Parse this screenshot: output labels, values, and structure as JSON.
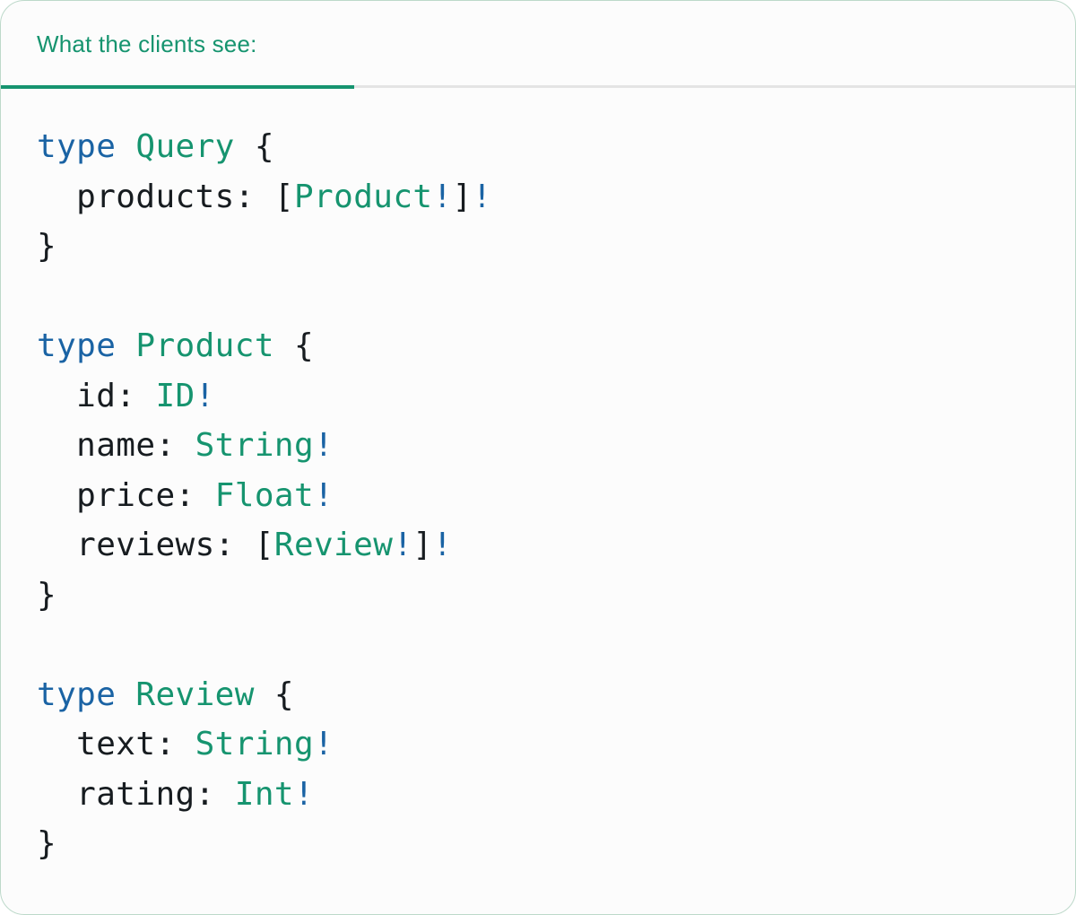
{
  "tab": {
    "label": "What the clients see:"
  },
  "code": {
    "language": "graphql",
    "lines": [
      [
        {
          "t": "type",
          "c": "keyword"
        },
        {
          "t": " ",
          "c": "plain"
        },
        {
          "t": "Query",
          "c": "type"
        },
        {
          "t": " {",
          "c": "plain"
        }
      ],
      [
        {
          "t": "  products: [",
          "c": "plain"
        },
        {
          "t": "Product",
          "c": "type"
        },
        {
          "t": "!",
          "c": "bang"
        },
        {
          "t": "]",
          "c": "plain"
        },
        {
          "t": "!",
          "c": "bang"
        }
      ],
      [
        {
          "t": "}",
          "c": "plain"
        }
      ],
      [],
      [
        {
          "t": "type",
          "c": "keyword"
        },
        {
          "t": " ",
          "c": "plain"
        },
        {
          "t": "Product",
          "c": "type"
        },
        {
          "t": " {",
          "c": "plain"
        }
      ],
      [
        {
          "t": "  id: ",
          "c": "plain"
        },
        {
          "t": "ID",
          "c": "type"
        },
        {
          "t": "!",
          "c": "bang"
        }
      ],
      [
        {
          "t": "  name: ",
          "c": "plain"
        },
        {
          "t": "String",
          "c": "type"
        },
        {
          "t": "!",
          "c": "bang"
        }
      ],
      [
        {
          "t": "  price: ",
          "c": "plain"
        },
        {
          "t": "Float",
          "c": "type"
        },
        {
          "t": "!",
          "c": "bang"
        }
      ],
      [
        {
          "t": "  reviews: [",
          "c": "plain"
        },
        {
          "t": "Review",
          "c": "type"
        },
        {
          "t": "!",
          "c": "bang"
        },
        {
          "t": "]",
          "c": "plain"
        },
        {
          "t": "!",
          "c": "bang"
        }
      ],
      [
        {
          "t": "}",
          "c": "plain"
        }
      ],
      [],
      [
        {
          "t": "type",
          "c": "keyword"
        },
        {
          "t": " ",
          "c": "plain"
        },
        {
          "t": "Review",
          "c": "type"
        },
        {
          "t": " {",
          "c": "plain"
        }
      ],
      [
        {
          "t": "  text: ",
          "c": "plain"
        },
        {
          "t": "String",
          "c": "type"
        },
        {
          "t": "!",
          "c": "bang"
        }
      ],
      [
        {
          "t": "  rating: ",
          "c": "plain"
        },
        {
          "t": "Int",
          "c": "type"
        },
        {
          "t": "!",
          "c": "bang"
        }
      ],
      [
        {
          "t": "}",
          "c": "plain"
        }
      ]
    ]
  },
  "colors": {
    "accent_green": "#16946f",
    "keyword_blue": "#1a63a4",
    "code_text": "#171c20",
    "inactive_tab_line": "#e4e4e4",
    "card_border": "#bdd9ca",
    "card_background": "#fcfcfc"
  }
}
